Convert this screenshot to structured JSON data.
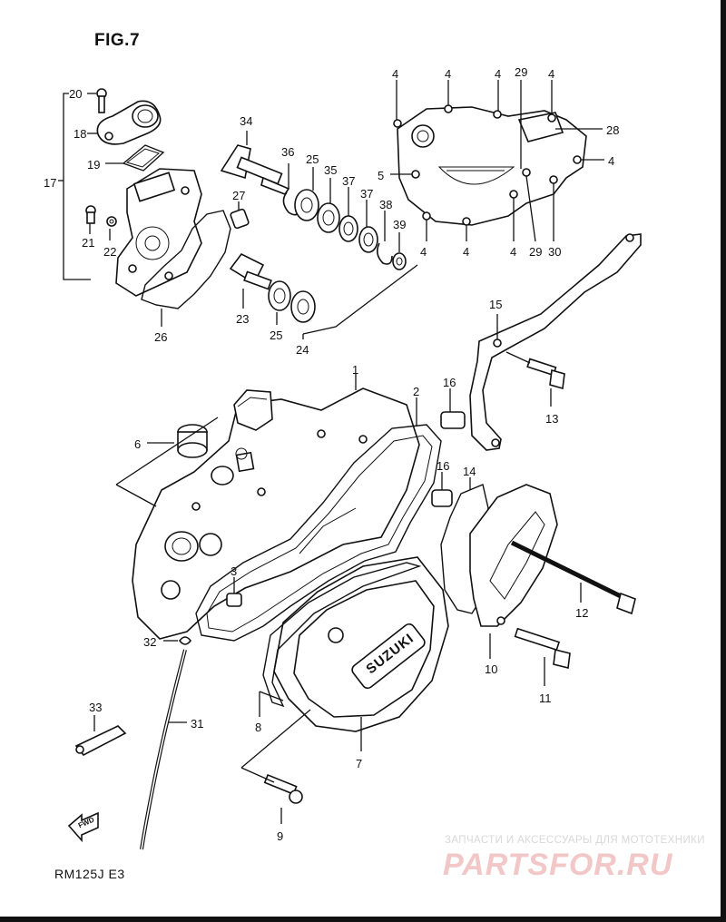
{
  "figure": {
    "title": "FIG.7",
    "model": "RM125J  E3"
  },
  "fwd_badge": "FWD",
  "cover_logo": "SUZUKI",
  "watermark": {
    "tagline": "ЗАПЧАСТИ И АКСЕССУАРЫ ДЛЯ МОТОТЕХНИКИ",
    "brand": "PARTSFOR.RU"
  },
  "callouts": [
    "1",
    "2",
    "3",
    "4",
    "5",
    "6",
    "7",
    "8",
    "9",
    "10",
    "11",
    "12",
    "13",
    "14",
    "15",
    "16",
    "17",
    "18",
    "19",
    "20",
    "21",
    "22",
    "23",
    "24",
    "25",
    "26",
    "27",
    "28",
    "29",
    "30",
    "31",
    "32",
    "33",
    "34",
    "35",
    "36",
    "37",
    "38",
    "39"
  ],
  "colors": {
    "line": "#111111",
    "watermark_red": "#f2c7c7",
    "watermark_grey": "#d8d8d8"
  }
}
